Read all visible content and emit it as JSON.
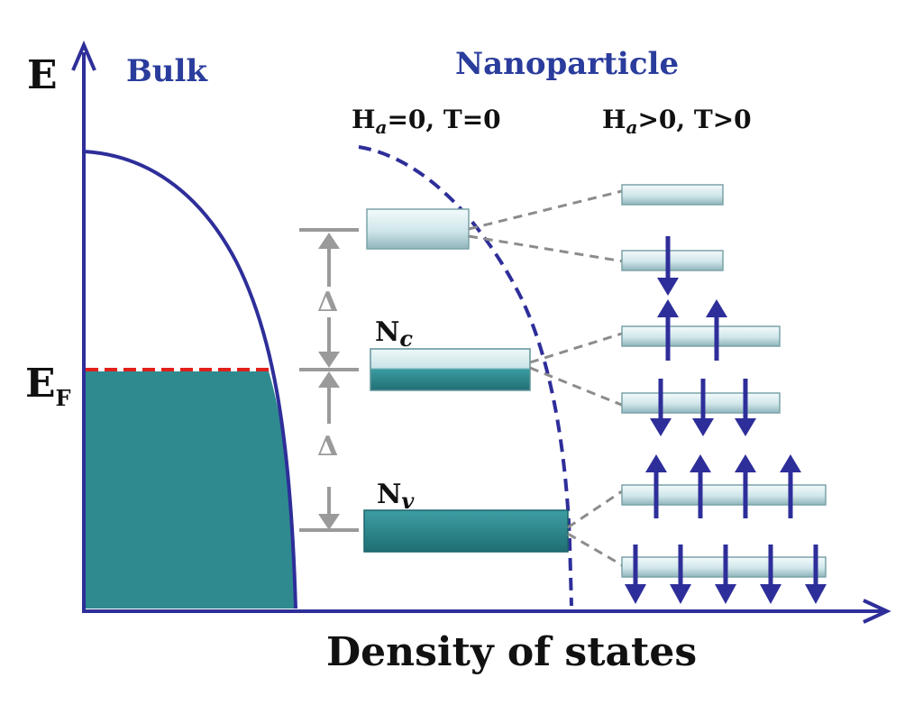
{
  "axes": {
    "y_label": "E",
    "x_label": "Density of states",
    "fermi_label_main": "E",
    "fermi_label_sub": "F"
  },
  "bulk": {
    "title": "Bulk"
  },
  "nanoparticle": {
    "title": "Nanoparticle",
    "condition_ground_main": "H",
    "condition_ground_sub": "a",
    "condition_ground_rest": "=0, T=0",
    "condition_excited_main": "H",
    "condition_excited_sub": "a",
    "condition_excited_rest": ">0, T>0"
  },
  "levels": {
    "nc_main": "N",
    "nc_sub": "c",
    "nv_main": "N",
    "nv_sub": "v"
  },
  "gap": {
    "upper_label": "Δ",
    "lower_label": "Δ"
  },
  "colors": {
    "axis": "#2e2e9a",
    "title": "#2a3c9c",
    "fill_teal": "#2e8a8f",
    "fermi_line": "#e0201c",
    "gap_arrows": "#9a9a9a",
    "spin_arrows": "#2e2e9a",
    "dashed_links": "#8c8c8c"
  },
  "spin_configuration": {
    "levels_from_top": [
      {
        "up": 0,
        "down": 0
      },
      {
        "up": 0,
        "down": 1
      },
      {
        "up": 2,
        "down": 0
      },
      {
        "up": 0,
        "down": 3
      },
      {
        "up": 4,
        "down": 0
      },
      {
        "up": 0,
        "down": 5
      }
    ]
  }
}
